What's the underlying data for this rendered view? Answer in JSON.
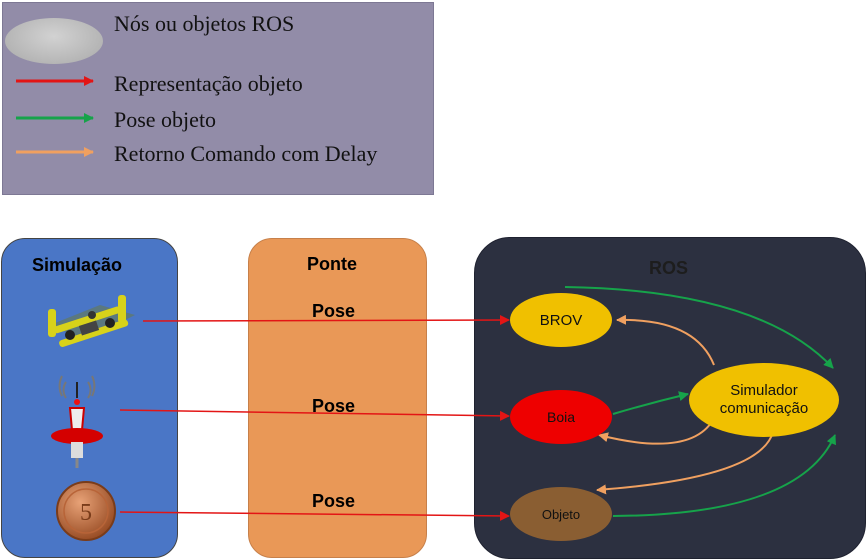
{
  "legend": {
    "items": [
      {
        "label": "Nós ou objetos ROS",
        "symbol": "node-ellipse",
        "color": "#c0c0c0"
      },
      {
        "label": "Representação objeto",
        "symbol": "arrow",
        "color": "#e31515"
      },
      {
        "label": "Pose objeto",
        "symbol": "arrow",
        "color": "#16a34a"
      },
      {
        "label": "Retorno Comando com Delay",
        "symbol": "arrow",
        "color": "#f0a060"
      }
    ]
  },
  "panels": {
    "simulacao": {
      "title": "Simulação",
      "color": "#4a76c6"
    },
    "ponte": {
      "title": "Ponte",
      "color": "#e99857"
    },
    "ros": {
      "title": "ROS",
      "color": "#2c3040"
    }
  },
  "ponte_labels": [
    "Pose",
    "Pose",
    "Pose"
  ],
  "ros_nodes": {
    "brov": {
      "label": "BROV",
      "color": "#f0c000"
    },
    "boia": {
      "label": "Boia",
      "color": "#ee0000"
    },
    "objeto": {
      "label": "Objeto",
      "color": "#8a5e32"
    },
    "simulador": {
      "line1": "Simulador",
      "line2": "comunicação",
      "color": "#f0c000"
    }
  },
  "sim_icons": [
    "rov-vehicle-icon",
    "buoy-icon",
    "coin-icon"
  ]
}
